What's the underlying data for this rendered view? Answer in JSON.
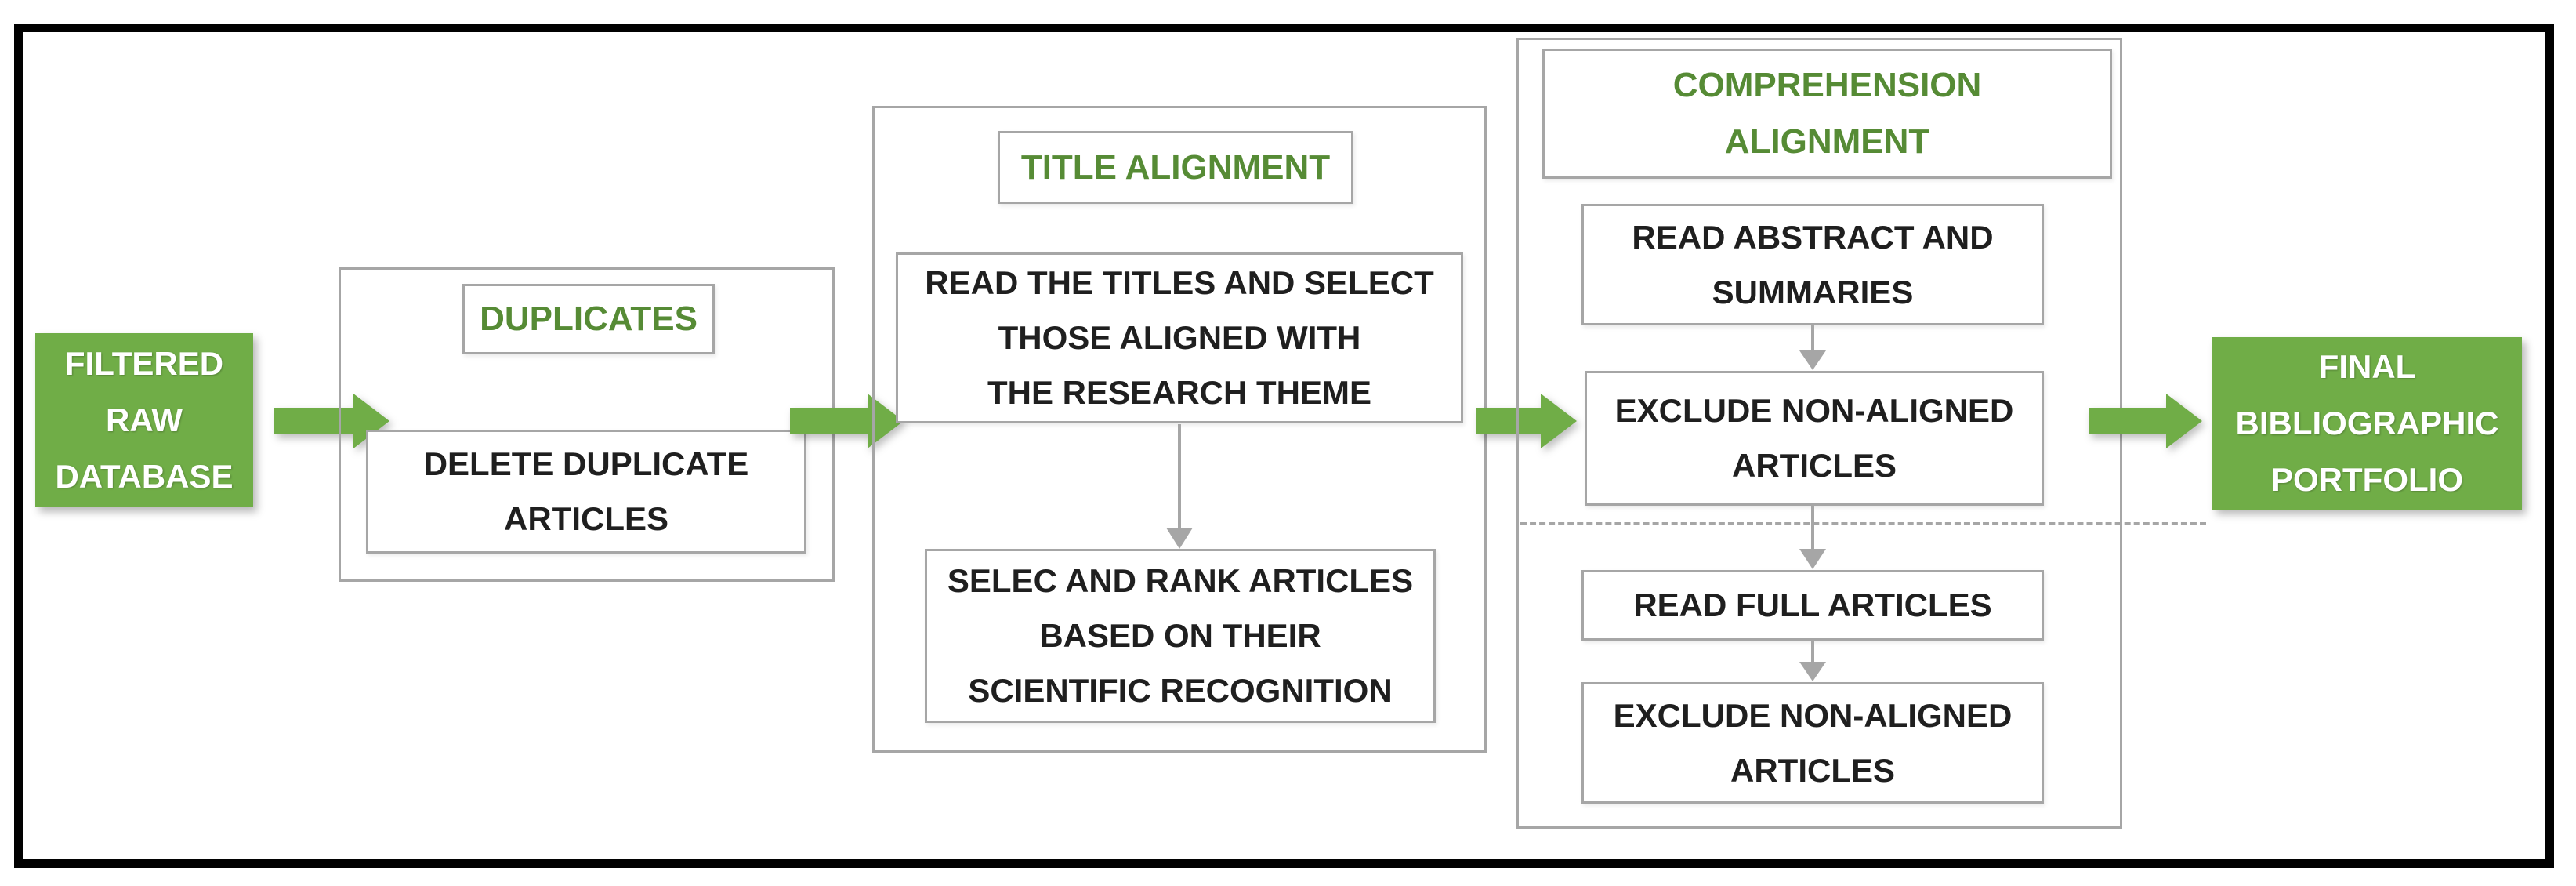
{
  "diagram": {
    "title": "Bibliographic portfolio filtering flowchart",
    "colors": {
      "node_green": "#70ad47",
      "header_text_green": "#568b35",
      "box_border_gray": "#a6a6a6",
      "text_black": "#1f1f1f",
      "frame_black": "#010101"
    },
    "nodes": {
      "filtered_raw_database": {
        "label": "FILTERED\nRAW\nDATABASE"
      },
      "duplicates_header": {
        "label": "DUPLICATES"
      },
      "delete_duplicates": {
        "label": "DELETE DUPLICATE\nARTICLES"
      },
      "title_alignment_header": {
        "label": "TITLE ALIGNMENT"
      },
      "read_titles": {
        "label": "READ THE TITLES AND SELECT\nTHOSE ALIGNED WITH\nTHE RESEARCH THEME"
      },
      "select_rank": {
        "label": "SELEC AND RANK ARTICLES\nBASED ON THEIR\nSCIENTIFIC RECOGNITION"
      },
      "comprehension_header": {
        "label": "COMPREHENSION\nALIGNMENT"
      },
      "read_abstract": {
        "label": "READ ABSTRACT AND\nSUMMARIES"
      },
      "exclude_non_aligned_1": {
        "label": "EXCLUDE NON-ALIGNED\nARTICLES"
      },
      "read_full": {
        "label": "READ FULL ARTICLES"
      },
      "exclude_non_aligned_2": {
        "label": "EXCLUDE NON-ALIGNED\nARTICLES"
      },
      "final_portfolio": {
        "label": "FINAL\nBIBLIOGRAPHIC\nPORTFOLIO"
      }
    },
    "flow": [
      "FILTERED RAW DATABASE",
      "DUPLICATES",
      "TITLE ALIGNMENT",
      "COMPREHENSION ALIGNMENT",
      "FINAL BIBLIOGRAPHIC PORTFOLIO"
    ]
  }
}
